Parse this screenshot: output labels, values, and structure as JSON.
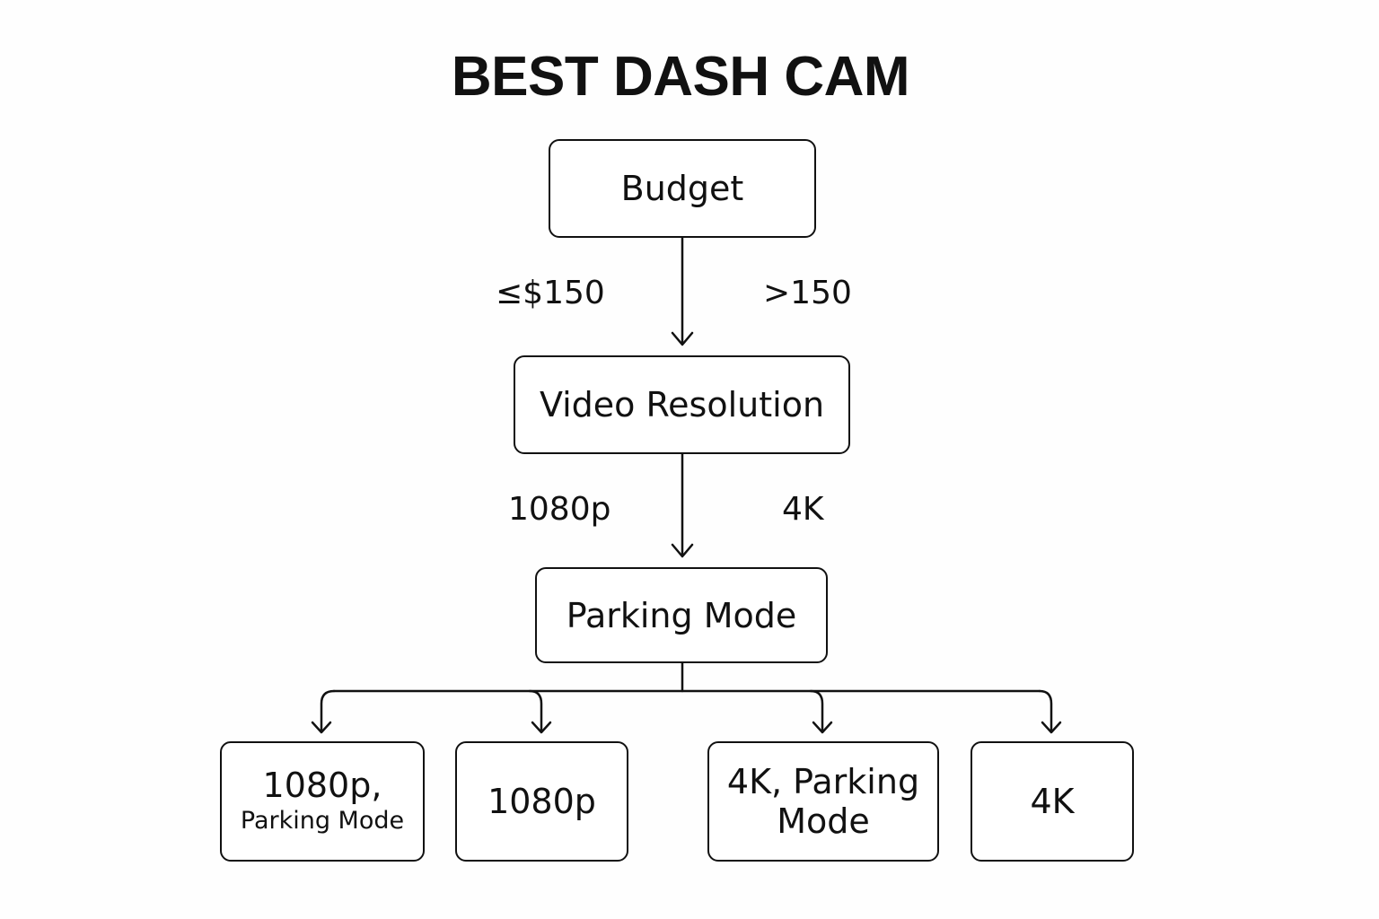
{
  "title": "BEST DASH CAM",
  "nodes": {
    "budget": "Budget",
    "resolution": "Video Resolution",
    "parking": "Parking Mode"
  },
  "edge_labels": {
    "budget_low": "≤$150",
    "budget_high": ">150",
    "res_1080p": "1080p",
    "res_4k": "4K"
  },
  "leaves": [
    {
      "line1": "1080p,",
      "line2": "Parking Mode"
    },
    {
      "line1": "1080p"
    },
    {
      "line1": "4K, Parking",
      "line2": "Mode"
    },
    {
      "line1": "4K"
    }
  ],
  "colors": {
    "stroke": "#111111",
    "background": "#fefefe"
  }
}
